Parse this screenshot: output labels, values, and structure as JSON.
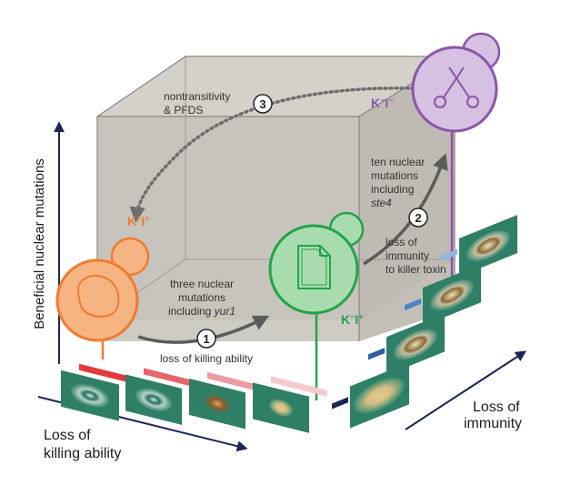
{
  "colors": {
    "cube_face": "#c9c6bf",
    "cube_edge": "#8a867f",
    "orange": "#ef7b30",
    "orange_fill": "#f6b483",
    "green": "#22a34a",
    "green_fill": "#a8dcaf",
    "purple": "#8d55a8",
    "purple_fill": "#d6c1e3",
    "axis": "#1c2556",
    "arrow": "#5b5b5b",
    "dotted": "#6d6d6d"
  },
  "axes": {
    "y_label": "Beneficial nuclear mutations",
    "x_label_1": "Loss of",
    "x_label_2": "killing ability",
    "z_label_1": "Loss of",
    "z_label_2": "immunity"
  },
  "cells": {
    "ancestor": {
      "label_k": "K",
      "label_k_sup": "+",
      "label_i": "I",
      "label_i_sup": "+",
      "icon": "nucleus-outline-icon"
    },
    "middle": {
      "label_k": "K",
      "label_k_sup": "−",
      "label_i": "I",
      "label_i_sup": "+",
      "icon": "document-icon"
    },
    "final": {
      "label_k": "K",
      "label_k_sup": "−",
      "label_i": "I",
      "label_i_sup": "−",
      "icon": "scissors-icon"
    }
  },
  "steps": {
    "step1": {
      "number": "1",
      "line1": "three nuclear",
      "line2": "mutations",
      "line3_prefix": "including ",
      "line3_italic": "yur1",
      "below": "loss of killing ability"
    },
    "step2": {
      "number": "2",
      "above1": "ten nuclear",
      "above2": "mutations",
      "above3": "including",
      "above4_italic": "ste4",
      "below1": "loss of",
      "below2": "immunity",
      "below3": "to killer toxin"
    },
    "step3": {
      "number": "3",
      "line1": "nontransitivity",
      "line2": "& PFDS"
    }
  }
}
